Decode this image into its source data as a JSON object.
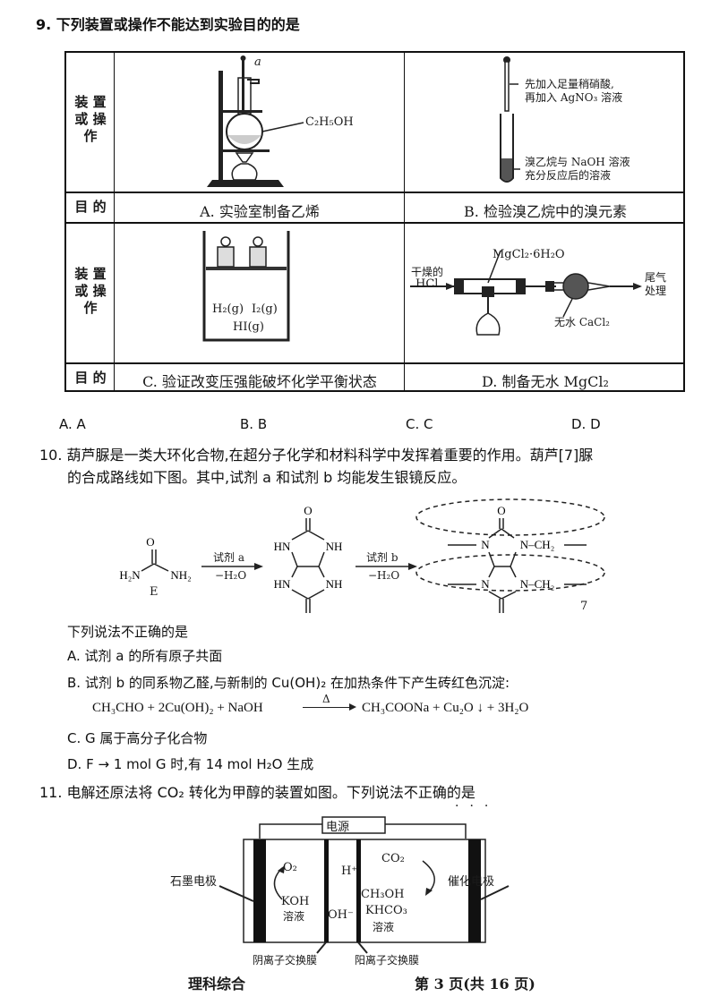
{
  "q9": {
    "stem": "9. 下列装置或操作不能达到实验目的的是",
    "row_label_device": [
      "装 置",
      "或 操",
      "作"
    ],
    "row_label_purpose": "目 的",
    "cells": {
      "A": {
        "purpose": "A. 实验室制备乙烯",
        "labels": {
          "a": "a",
          "reagent": "C₂H₅OH"
        }
      },
      "B": {
        "purpose": "B. 检验溴乙烷中的溴元素",
        "labels": {
          "top1": "先加入足量稍硝酸,",
          "top2": "再加入 AgNO₃ 溶液",
          "bottom1": "溴乙烷与 NaOH 溶液",
          "bottom2": "充分反应后的溶液"
        }
      },
      "C": {
        "purpose": "C. 验证改变压强能破坏化学平衡状态",
        "labels": {
          "gas1": "H₂(g)",
          "gas2": "I₂(g)",
          "gas3": "HI(g)"
        }
      },
      "D": {
        "purpose": "D. 制备无水 MgCl₂",
        "labels": {
          "salt": "MgCl₂·6H₂O",
          "inlet1": "干燥的",
          "inlet2": "HCl",
          "outlet1": "尾气",
          "outlet2": "处理",
          "dryer": "无水 CaCl₂"
        }
      }
    },
    "choices": [
      "A. A",
      "B. B",
      "C. C",
      "D. D"
    ]
  },
  "q10": {
    "stem_line1": "10. 葫芦脲是一类大环化合物,在超分子化学和材料科学中发挥着重要的作用。葫芦[7]脲",
    "stem_line2": "的合成路线如下图。其中,试剂 a 和试剂 b 均能发生银镜反应。",
    "scheme": {
      "E_label": "E",
      "arrow1_top": "试剂 a",
      "arrow1_bottom": "−H₂O",
      "arrow2_top": "试剂 b",
      "arrow2_bottom": "−H₂O",
      "repeat": "7"
    },
    "prompt": "下列说法不正确的是",
    "options": {
      "A": "A. 试剂 a 的所有原子共面",
      "B": "B. 试剂 b 的同系物乙醛,与新制的 Cu(OH)₂ 在加热条件下产生砖红色沉淀:",
      "B_eq": "CH₃CHO + 2Cu(OH)₂ + NaOH",
      "B_eq_cond": "Δ",
      "B_eq_right": "CH₃COONa + Cu₂O ↓ + 3H₂O",
      "C": "C. G 属于高分子化合物",
      "D": "D. F → 1 mol G 时,有 14 mol H₂O 生成"
    }
  },
  "q11": {
    "stem": "11. 电解还原法将 CO₂ 转化为甲醇的装置如图。下列说法不正确的是",
    "figure": {
      "power": "电源",
      "left_electrode": "石墨电极",
      "right_electrode": "催化电极",
      "o2": "O₂",
      "koh1": "KOH",
      "koh2": "溶液",
      "h_plus": "H⁺",
      "oh_minus": "OH⁻",
      "co2": "CO₂",
      "ch3oh": "CH₃OH",
      "khco3_1": "KHCO₃",
      "khco3_2": "溶液",
      "anion_membrane": "阴离子交换膜",
      "cation_membrane": "阳离子交换膜"
    }
  },
  "footer": {
    "subject": "理科综合",
    "page": "第 3 页(共 16 页)"
  }
}
